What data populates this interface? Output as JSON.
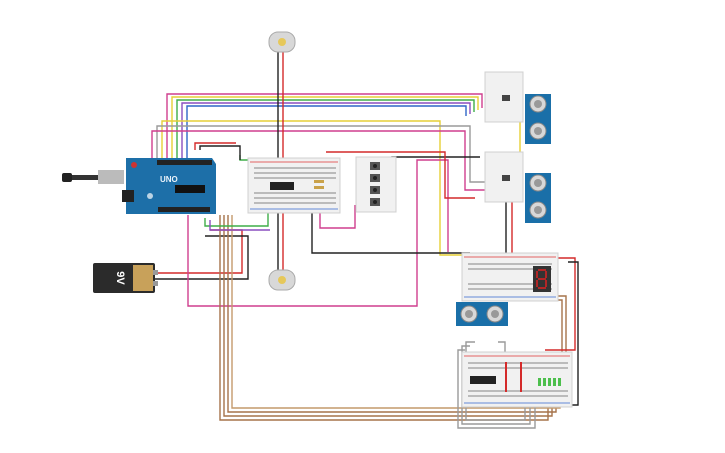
{
  "canvas": {
    "background": "#ffffff"
  },
  "components": {
    "battery": {
      "label": "9V",
      "body_color": "#2b2b2b",
      "cap_color": "#c8a15a"
    },
    "arduino": {
      "board_color": "#1d6fa8",
      "brand": "UNO",
      "usb_cable_color": "#333333"
    },
    "motor_top": {
      "color": "#d8d8d8",
      "label": ""
    },
    "motor_bottom": {
      "color": "#d8d8d8",
      "label": ""
    },
    "breadboards": {
      "body_color": "#f1f1f1",
      "rail_red": "#d33",
      "rail_blue": "#36c"
    },
    "ultrasonic_sensors": {
      "count": 3,
      "pcb_color": "#1a6fa8"
    },
    "seven_segment": {
      "digit_color": "#d22",
      "body_color": "#333"
    },
    "push_buttons": {
      "count": 4
    }
  },
  "wires": {
    "colors": {
      "red": "#d42a2a",
      "green": "#3fae49",
      "yellow": "#e6cf36",
      "blue": "#2f66c7",
      "purple": "#8a4fbf",
      "pink": "#cf3f8e",
      "black": "#222222",
      "gray": "#9a9a9a",
      "brown": "#a5734a"
    }
  }
}
